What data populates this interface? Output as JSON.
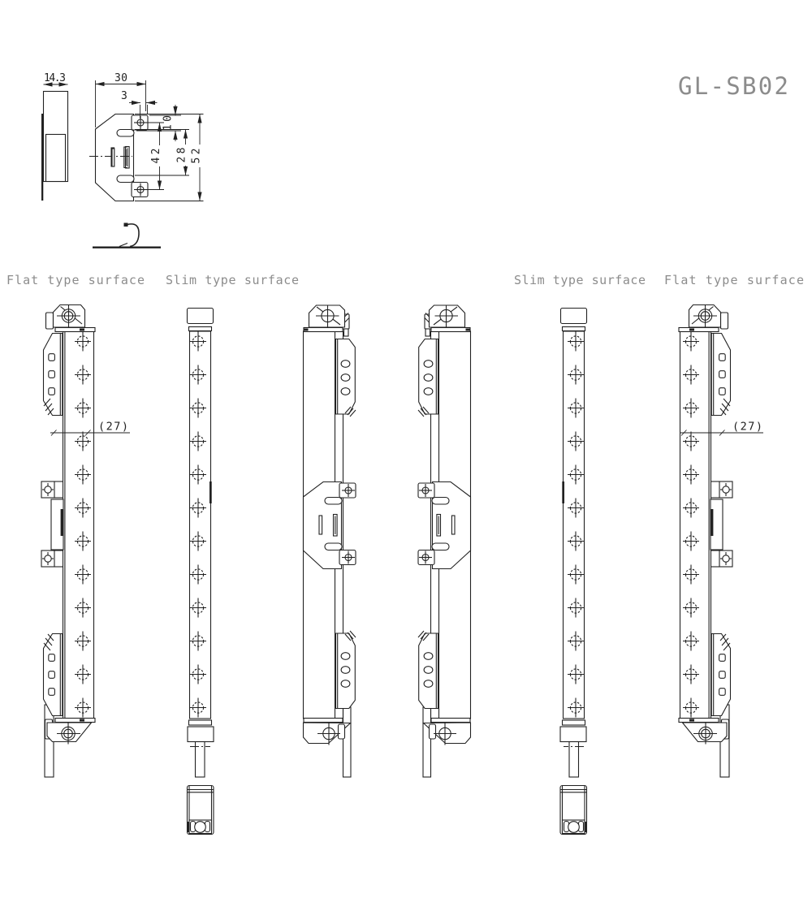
{
  "title": "GL-SB02",
  "detail": {
    "dim_side_width": "14.3",
    "dim_top_width": "30",
    "dim_edge_offset": "3",
    "dim_hole_top": "10",
    "dim_hole_pitch": "42",
    "dim_slot_pitch": "28",
    "dim_height": "52"
  },
  "labels": {
    "flat_left": "Flat type surface",
    "slim_left": "Slim type surface",
    "slim_right": "Slim type surface",
    "flat_right": "Flat type surface"
  },
  "dims": {
    "depth_left": "(27)",
    "depth_right": "(27)"
  },
  "colors": {
    "line": "#222222",
    "text_gray": "#8c8c8c",
    "background": "#ffffff"
  }
}
